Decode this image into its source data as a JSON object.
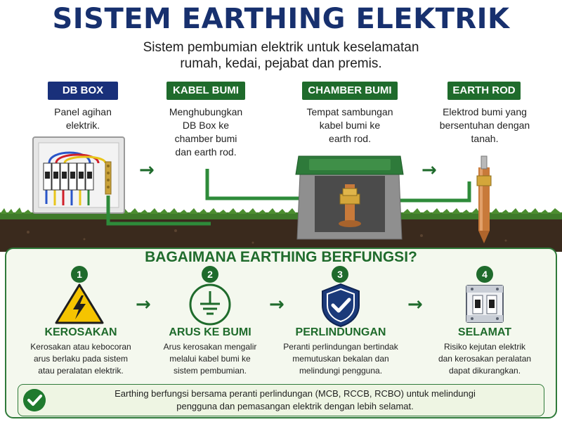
{
  "title": "SISTEM EARTHING ELEKTRIK",
  "subtitle_line1": "Sistem pembumian elektrik untuk keselamatan",
  "subtitle_line2": "rumah, kedai, pejabat dan premis.",
  "components": [
    {
      "label": "DB BOX",
      "desc_lines": [
        "Panel agihan",
        "elektrik."
      ]
    },
    {
      "label": "KABEL BUMI",
      "desc_lines": [
        "Menghubungkan",
        "DB Box ke",
        "chamber bumi",
        "dan earth rod."
      ]
    },
    {
      "label": "CHAMBER BUMI",
      "desc_lines": [
        "Tempat sambungan",
        "kabel bumi ke",
        "earth rod."
      ]
    },
    {
      "label": "EARTH ROD",
      "desc_lines": [
        "Elektrod bumi yang",
        "bersentuhan dengan",
        "tanah."
      ]
    }
  ],
  "arrow_glyph": "→",
  "how_title": "BAGAIMANA EARTHING BERFUNGSI?",
  "steps": [
    {
      "num": "1",
      "title": "KEROSAKAN",
      "desc_lines": [
        "Kerosakan atau kebocoran",
        "arus berlaku pada sistem",
        "atau peralatan elektrik."
      ]
    },
    {
      "num": "2",
      "title": "ARUS KE BUMI",
      "desc_lines": [
        "Arus kerosakan mengalir",
        "melalui kabel bumi ke",
        "sistem pembumian."
      ]
    },
    {
      "num": "3",
      "title": "PERLINDUNGAN",
      "desc_lines": [
        "Peranti perlindungan bertindak",
        "memutuskan bekalan dan",
        "melindungi pengguna."
      ]
    },
    {
      "num": "4",
      "title": "SELAMAT",
      "desc_lines": [
        "Risiko kejutan elektrik",
        "dan kerosakan peralatan",
        "dapat dikurangkan."
      ]
    }
  ],
  "note_line1": "Earthing berfungsi bersama peranti perlindungan (MCB, RCCB, RCBO) untuk melindungi",
  "note_line2": "pengguna dan pemasangan elektrik dengan lebih selamat.",
  "icons": {
    "warning": "warning-icon",
    "ground": "ground-symbol-icon",
    "shield": "shield-check-icon",
    "breaker": "circuit-breaker-icon",
    "check": "check-icon"
  },
  "colors": {
    "title_navy": "#17306e",
    "brand_green": "#1f6b2c",
    "cable_green": "#2e8b3a",
    "soil": "#3a2a1d",
    "warning_yellow": "#f5c400",
    "shield_navy": "#1b3a7a"
  }
}
